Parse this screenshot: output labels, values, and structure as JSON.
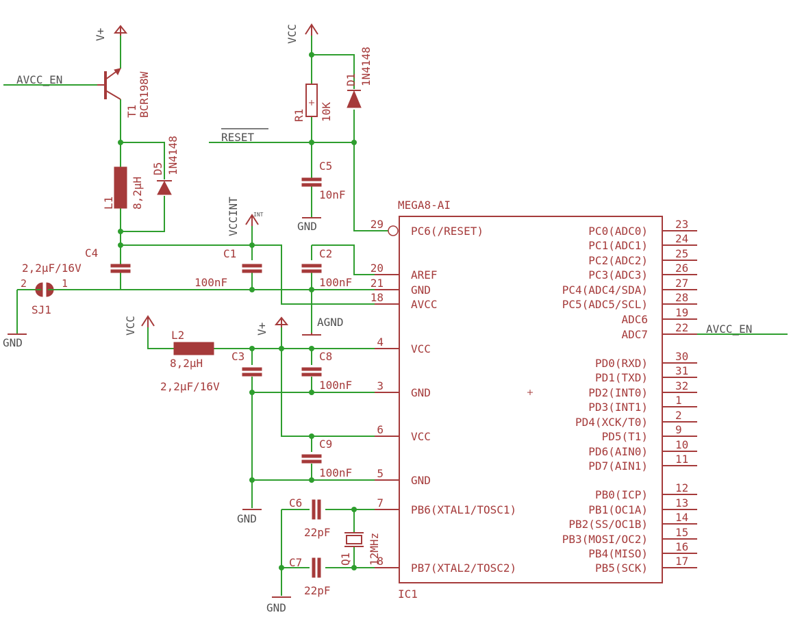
{
  "labels": {
    "avcc_en_left": "AVCC_EN",
    "avcc_en_right": "AVCC_EN",
    "vplus_top": "V+",
    "vplus_mid": "V+",
    "vcc_top": "VCC",
    "vcc_left": "VCC",
    "vccint": "VCCINT",
    "int_tag": "INT",
    "reset": "RESET",
    "agnd": "AGND",
    "gnd_c5": "GND",
    "gnd_sj1": "GND",
    "gnd_mid": "GND",
    "gnd_bottom": "GND"
  },
  "parts": {
    "t1_name": "T1",
    "t1_value": "BCR198W",
    "d5_name": "D5",
    "d5_value": "1N4148",
    "d1_name": "D1",
    "d1_value": "1N4148",
    "r1_name": "R1",
    "r1_value": "10K",
    "c5_name": "C5",
    "c5_value": "10nF",
    "l1_name": "L1",
    "l1_value": "8,2µH",
    "c4_name": "C4",
    "c4_value": "2,2µF/16V",
    "c1_name": "C1",
    "c1_value": "100nF",
    "c2_name": "C2",
    "c2_value": "100nF",
    "sj1_name": "SJ1",
    "sj1_pin2": "2",
    "sj1_pin1": "1",
    "l2_name": "L2",
    "l2_value": "8,2µH",
    "c3_name": "C3",
    "c3_value": "2,2µF/16V",
    "c8_name": "C8",
    "c8_value": "100nF",
    "c9_name": "C9",
    "c9_value": "100nF",
    "c6_name": "C6",
    "c6_value": "22pF",
    "c7_name": "C7",
    "c7_value": "22pF",
    "q1_name": "Q1",
    "q1_value": "12MHz",
    "ic_value": "MEGA8-AI",
    "ic_name": "IC1"
  },
  "ic_left_pins": [
    {
      "num": "29",
      "label": "PC6(/RESET)"
    },
    {
      "num": "20",
      "label": "AREF"
    },
    {
      "num": "21",
      "label": "GND"
    },
    {
      "num": "18",
      "label": "AVCC"
    },
    {
      "num": "4",
      "label": "VCC"
    },
    {
      "num": "3",
      "label": "GND"
    },
    {
      "num": "6",
      "label": "VCC"
    },
    {
      "num": "5",
      "label": "GND"
    },
    {
      "num": "7",
      "label": "PB6(XTAL1/TOSC1)"
    },
    {
      "num": "8",
      "label": "PB7(XTAL2/TOSC2)"
    }
  ],
  "ic_right_pins": [
    {
      "num": "23",
      "label": "PC0(ADC0)"
    },
    {
      "num": "24",
      "label": "PC1(ADC1)"
    },
    {
      "num": "25",
      "label": "PC2(ADC2)"
    },
    {
      "num": "26",
      "label": "PC3(ADC3)"
    },
    {
      "num": "27",
      "label": "PC4(ADC4/SDA)"
    },
    {
      "num": "28",
      "label": "PC5(ADC5/SCL)"
    },
    {
      "num": "19",
      "label": "ADC6"
    },
    {
      "num": "22",
      "label": "ADC7"
    },
    {
      "num": "30",
      "label": "PD0(RXD)"
    },
    {
      "num": "31",
      "label": "PD1(TXD)"
    },
    {
      "num": "32",
      "label": "PD2(INT0)"
    },
    {
      "num": "1",
      "label": "PD3(INT1)"
    },
    {
      "num": "2",
      "label": "PD4(XCK/T0)"
    },
    {
      "num": "9",
      "label": "PD5(T1)"
    },
    {
      "num": "10",
      "label": "PD6(AIN0)"
    },
    {
      "num": "11",
      "label": "PD7(AIN1)"
    },
    {
      "num": "12",
      "label": "PB0(ICP)"
    },
    {
      "num": "13",
      "label": "PB1(OC1A)"
    },
    {
      "num": "14",
      "label": "PB2(SS/OC1B)"
    },
    {
      "num": "15",
      "label": "PB3(MOSI/OC2)"
    },
    {
      "num": "16",
      "label": "PB4(MISO)"
    },
    {
      "num": "17",
      "label": "PB5(SCK)"
    }
  ],
  "colors": {
    "wire": "#2e9e2e",
    "part": "#a53a3a",
    "background": "#ffffff"
  }
}
